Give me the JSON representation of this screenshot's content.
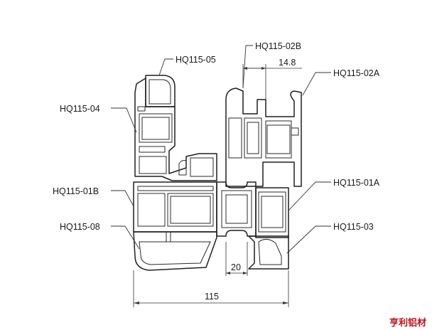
{
  "labels": {
    "hq115_05": "HQ115-05",
    "hq115_02b": "HQ115-02B",
    "hq115_02a": "HQ115-02A",
    "hq115_04": "HQ115-04",
    "hq115_01b": "HQ115-01B",
    "hq115_01a": "HQ115-01A",
    "hq115_08": "HQ115-08",
    "hq115_03": "HQ115-03"
  },
  "dimensions": {
    "top_width": "14.8",
    "mid_width": "20",
    "overall_width": "115"
  },
  "watermark": "亨利铝材",
  "colors": {
    "line": "#1f1f1f",
    "watermark": "#c0121a"
  }
}
